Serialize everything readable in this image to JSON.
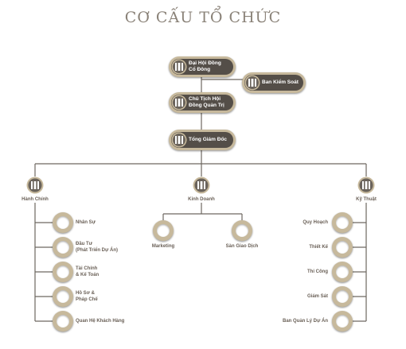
{
  "title": "CƠ CẤU TỔ CHỨC",
  "icon": "building-icon",
  "colors": {
    "ring": "#c7b99c",
    "pill_inner": "#544e48",
    "line": "#6d6760",
    "title": "#8a8278"
  },
  "top": {
    "shareholders": "Đại Hội Đồng\nCổ Đông",
    "supervisory": "Ban Kiểm Soát",
    "chairman": "Chủ Tịch Hội\nĐồng Quản Trị",
    "ceo": "Tổng Giám Đốc"
  },
  "divisions": {
    "admin": "Hành Chính",
    "business": "Kinh Doanh",
    "technical": "Kỹ Thuật"
  },
  "admin_units": [
    "Nhân Sự",
    "Đầu Tư\n(Phát Triển Dự Án)",
    "Tài Chính\n& Kế Toán",
    "Hồ Sơ &\nPháp Chế",
    "Quan Hệ Khách Hàng"
  ],
  "business_units": [
    "Marketing",
    "Sàn Giao Dịch"
  ],
  "technical_units": [
    "Quy Hoạch",
    "Thiết Kế",
    "Thi Công",
    "Giám Sát",
    "Ban Quản Lý Dự Án"
  ]
}
